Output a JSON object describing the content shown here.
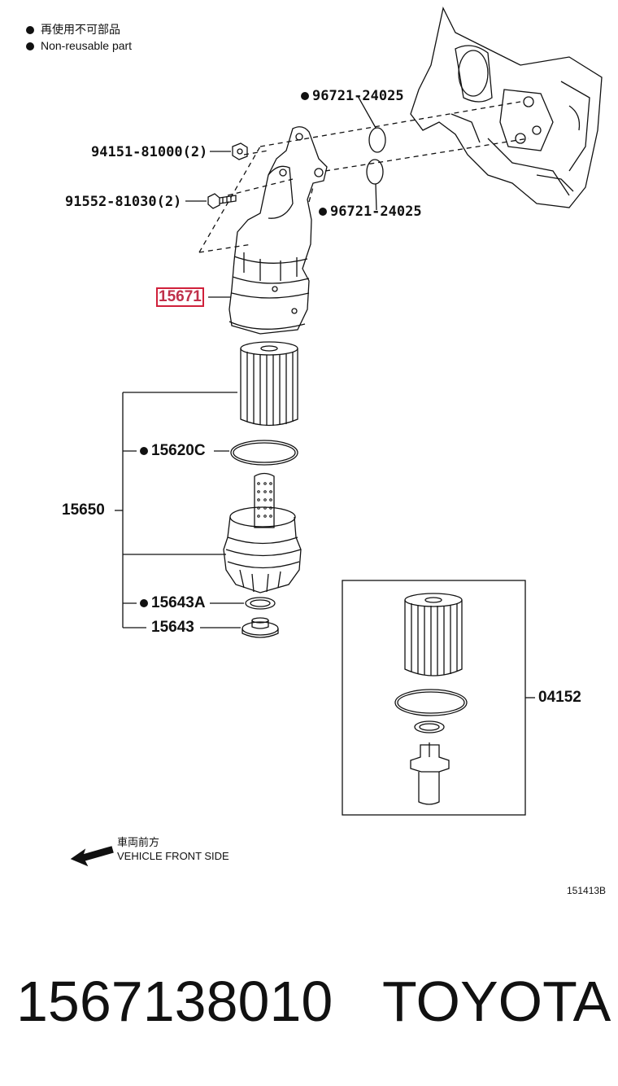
{
  "legend": {
    "jp": "再使用不可部品",
    "en": "Non-reusable part"
  },
  "labels": {
    "p96721_top": "96721-24025",
    "p94151": "94151-81000(2)",
    "p91552": "91552-81030(2)",
    "p96721_bot": "96721-24025",
    "p15671": "15671",
    "p15620c": "15620C",
    "p15650": "15650",
    "p15643a": "15643A",
    "p15643": "15643",
    "p04152": "04152"
  },
  "front": {
    "jp": "車両前方",
    "en": "VEHICLE FRONT SIDE"
  },
  "diagram_code": "151413B",
  "footer": {
    "part_number": "1567138010",
    "brand": "TOYOTA"
  },
  "colors": {
    "line": "#111111",
    "highlight": "#d0203a"
  }
}
